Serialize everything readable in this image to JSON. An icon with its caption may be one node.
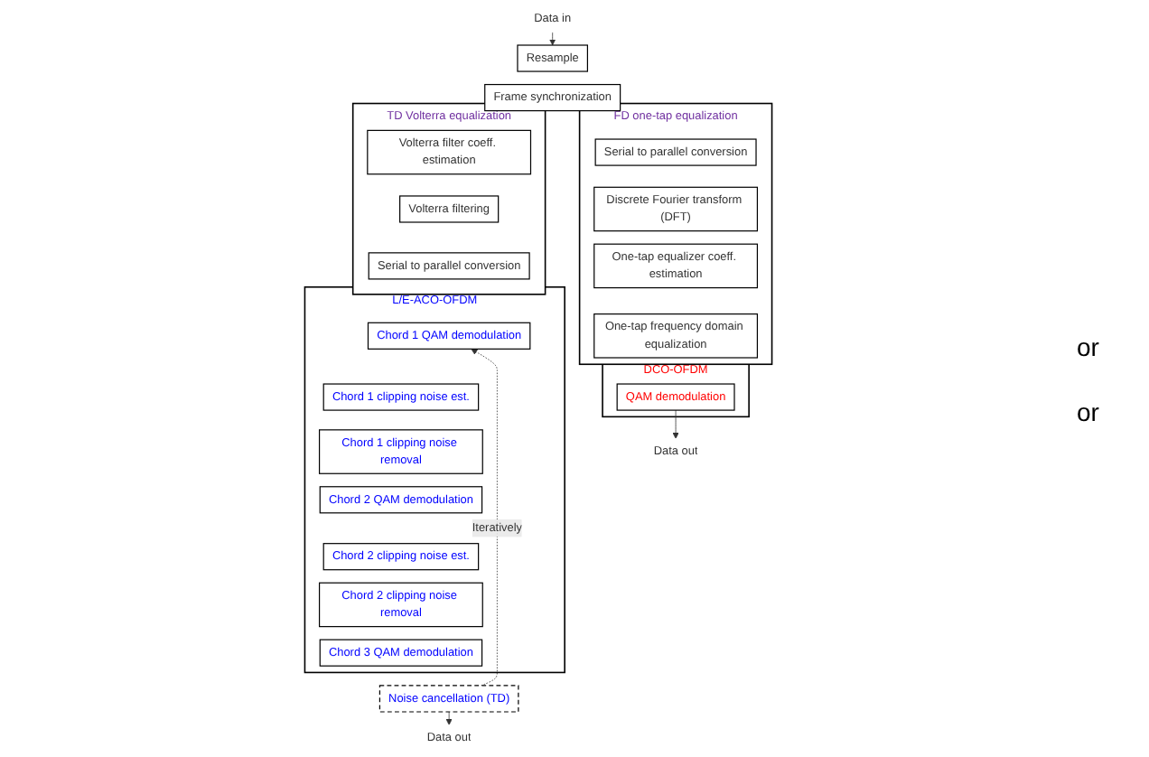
{
  "diagram": {
    "nodes": [
      {
        "text": [
          "Data in"
        ]
      },
      {
        "text": [
          "Resample"
        ]
      },
      {
        "text": [
          "Frame synchronization"
        ]
      },
      {
        "text": [
          "TD Volterra equalization"
        ]
      },
      {
        "text": [
          "Volterra filter coeff. estimation"
        ],
        "in": 3
      },
      {
        "text": [
          "Volterra filtering"
        ],
        "in": 3
      },
      {
        "text": [
          "Serial to parallel conversion"
        ],
        "in": 3
      },
      {
        "text": [
          "FD one-tap equalization"
        ]
      },
      {
        "text": [
          "Serial to parallel conversion"
        ],
        "in": 7
      },
      {
        "text": [
          "Discrete Fourier transform (DFT)"
        ],
        "in": 7
      },
      {
        "text": [
          "One-tap equalizer coeff. estimation"
        ],
        "in": 7
      },
      {
        "text": [
          "One-tap frequency domain equalization"
        ],
        "in": 7
      },
      {
        "text": [
          "L/E-ACO-OFDM"
        ]
      },
      {
        "text": [
          "Chord 1 QAM demodulation"
        ],
        "in": 12
      },
      {
        "text": [
          "Chord 1 clipping noise est."
        ],
        "in": 12
      },
      {
        "text": [
          "Chord 1 clipping noise removal"
        ],
        "in": 12
      },
      {
        "text": [
          "Chord 2 QAM demodulation"
        ],
        "in": 12
      },
      {
        "text": [
          "Chord 2 clipping noise est."
        ],
        "in": 12
      },
      {
        "text": [
          "Chord 2 clipping noise removal"
        ],
        "in": 12
      },
      {
        "text": [
          "Chord 3 QAM demodulation"
        ],
        "in": 12
      },
      {
        "text": [
          "Noise cancellation (TD)"
        ]
      },
      {
        "text": [
          "Data out"
        ]
      },
      {
        "text": [
          "DCO-OFDM"
        ]
      },
      {
        "text": [
          "QAM demodulation"
        ],
        "in": 22
      },
      {
        "text": [
          "Data out"
        ]
      }
    ],
    "edges": [
      {
        "from": 0,
        "to": 1,
        "arrow": "to"
      },
      {
        "from": 20,
        "to": 21,
        "arrow": "to"
      },
      {
        "from": 20,
        "to": 13,
        "arrow": "to",
        "label": "Iteratively",
        "style": "dashed"
      },
      {
        "from": 23,
        "to": 24,
        "arrow": "to"
      }
    ],
    "labels": [
      "or",
      "or"
    ]
  }
}
